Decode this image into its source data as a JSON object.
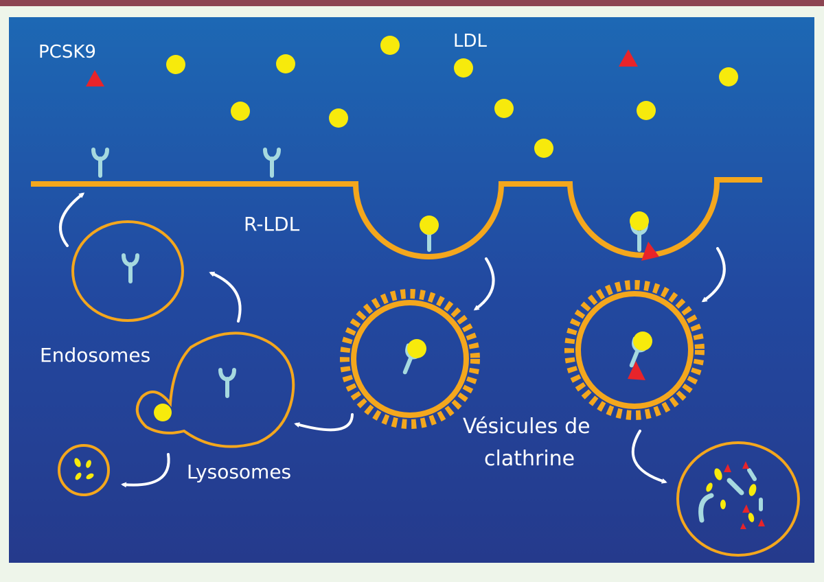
{
  "labels": {
    "pcsk9": "PCSK9",
    "ldl": "LDL",
    "rldl": "R-LDL",
    "endosomes": "Endosomes",
    "vesicules_line1": "Vésicules de",
    "vesicules_line2": "clathrine",
    "lysosomes": "Lysosomes"
  },
  "colors": {
    "frame_bar": "#8c4552",
    "background_top": "#1d68b4",
    "background_bottom": "#233a8d",
    "membrane": "#f4a71d",
    "ldl_particle": "#f7ea0c",
    "pcsk9": "#e8242a",
    "receptor": "#a6d9df",
    "arrow": "#ffffff"
  },
  "icons": [
    "ldl-particle",
    "pcsk9-triangle",
    "ldl-receptor-icon",
    "arrow-icon"
  ]
}
